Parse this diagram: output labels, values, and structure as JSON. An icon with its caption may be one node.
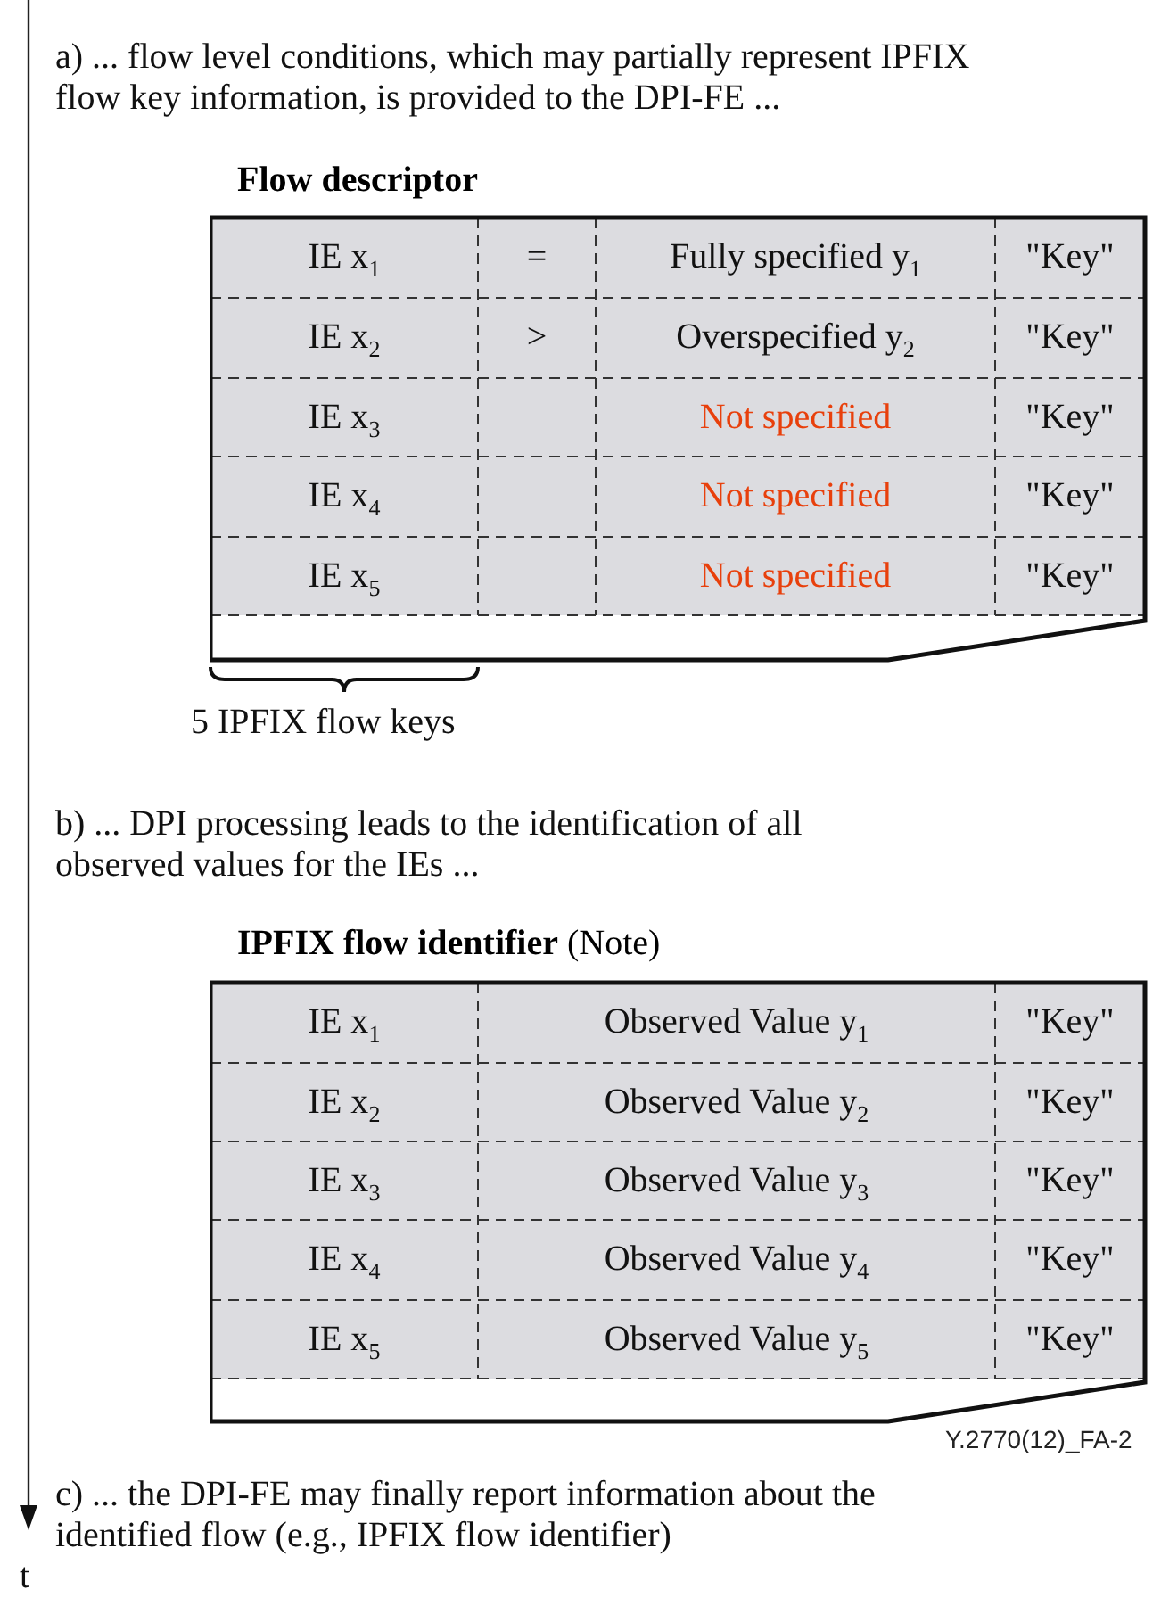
{
  "diagram": {
    "nodes": [
      {
        "text": [
          "Flow descriptor"
        ]
      },
      {
        "text": [
          "**IPFIX flow identifier** (Note)"
        ]
      }
    ],
    "labels": [
      "a) ... flow level conditions, which may partially represent IPFIX flow key information, is provided to the DPI-FE ...",
      "IE x$_{1}$",
      "=",
      "Fully specified y$_{1}$",
      "\"Key\"",
      "IE x$_{2}$",
      ">",
      "Overspecified y$_{2}$",
      "\"Key\"",
      "IE x$_{3}$",
      "Not specified",
      "\"Key\"",
      "IE x$_{4}$",
      "Not specified",
      "\"Key\"",
      "IE x$_{5}$",
      "Not specified",
      "\"Key\"",
      "5 IPFIX flow keys",
      "b) ... DPI processing leads to the identification of all observed values for the IEs ...",
      "IE x$_{1}$",
      "Observed Value y$_{1}$",
      "\"Key\"",
      "IE x$_{2}$",
      "Observed Value y$_{2}$",
      "\"Key\"",
      "IE x$_{3}$",
      "Observed Value y$_{3}$",
      "\"Key\"",
      "IE x$_{4}$",
      "Observed Value y$_{4}$",
      "\"Key\"",
      "IE x$_{5}$",
      "Observed Value y$_{5}$",
      "\"Key\"",
      "Y.2770(12)_FA-2",
      "c) ... the DPI-FE may finally report information about the identified flow (e.g., IPFIX flow identifier)",
      "t"
    ]
  }
}
